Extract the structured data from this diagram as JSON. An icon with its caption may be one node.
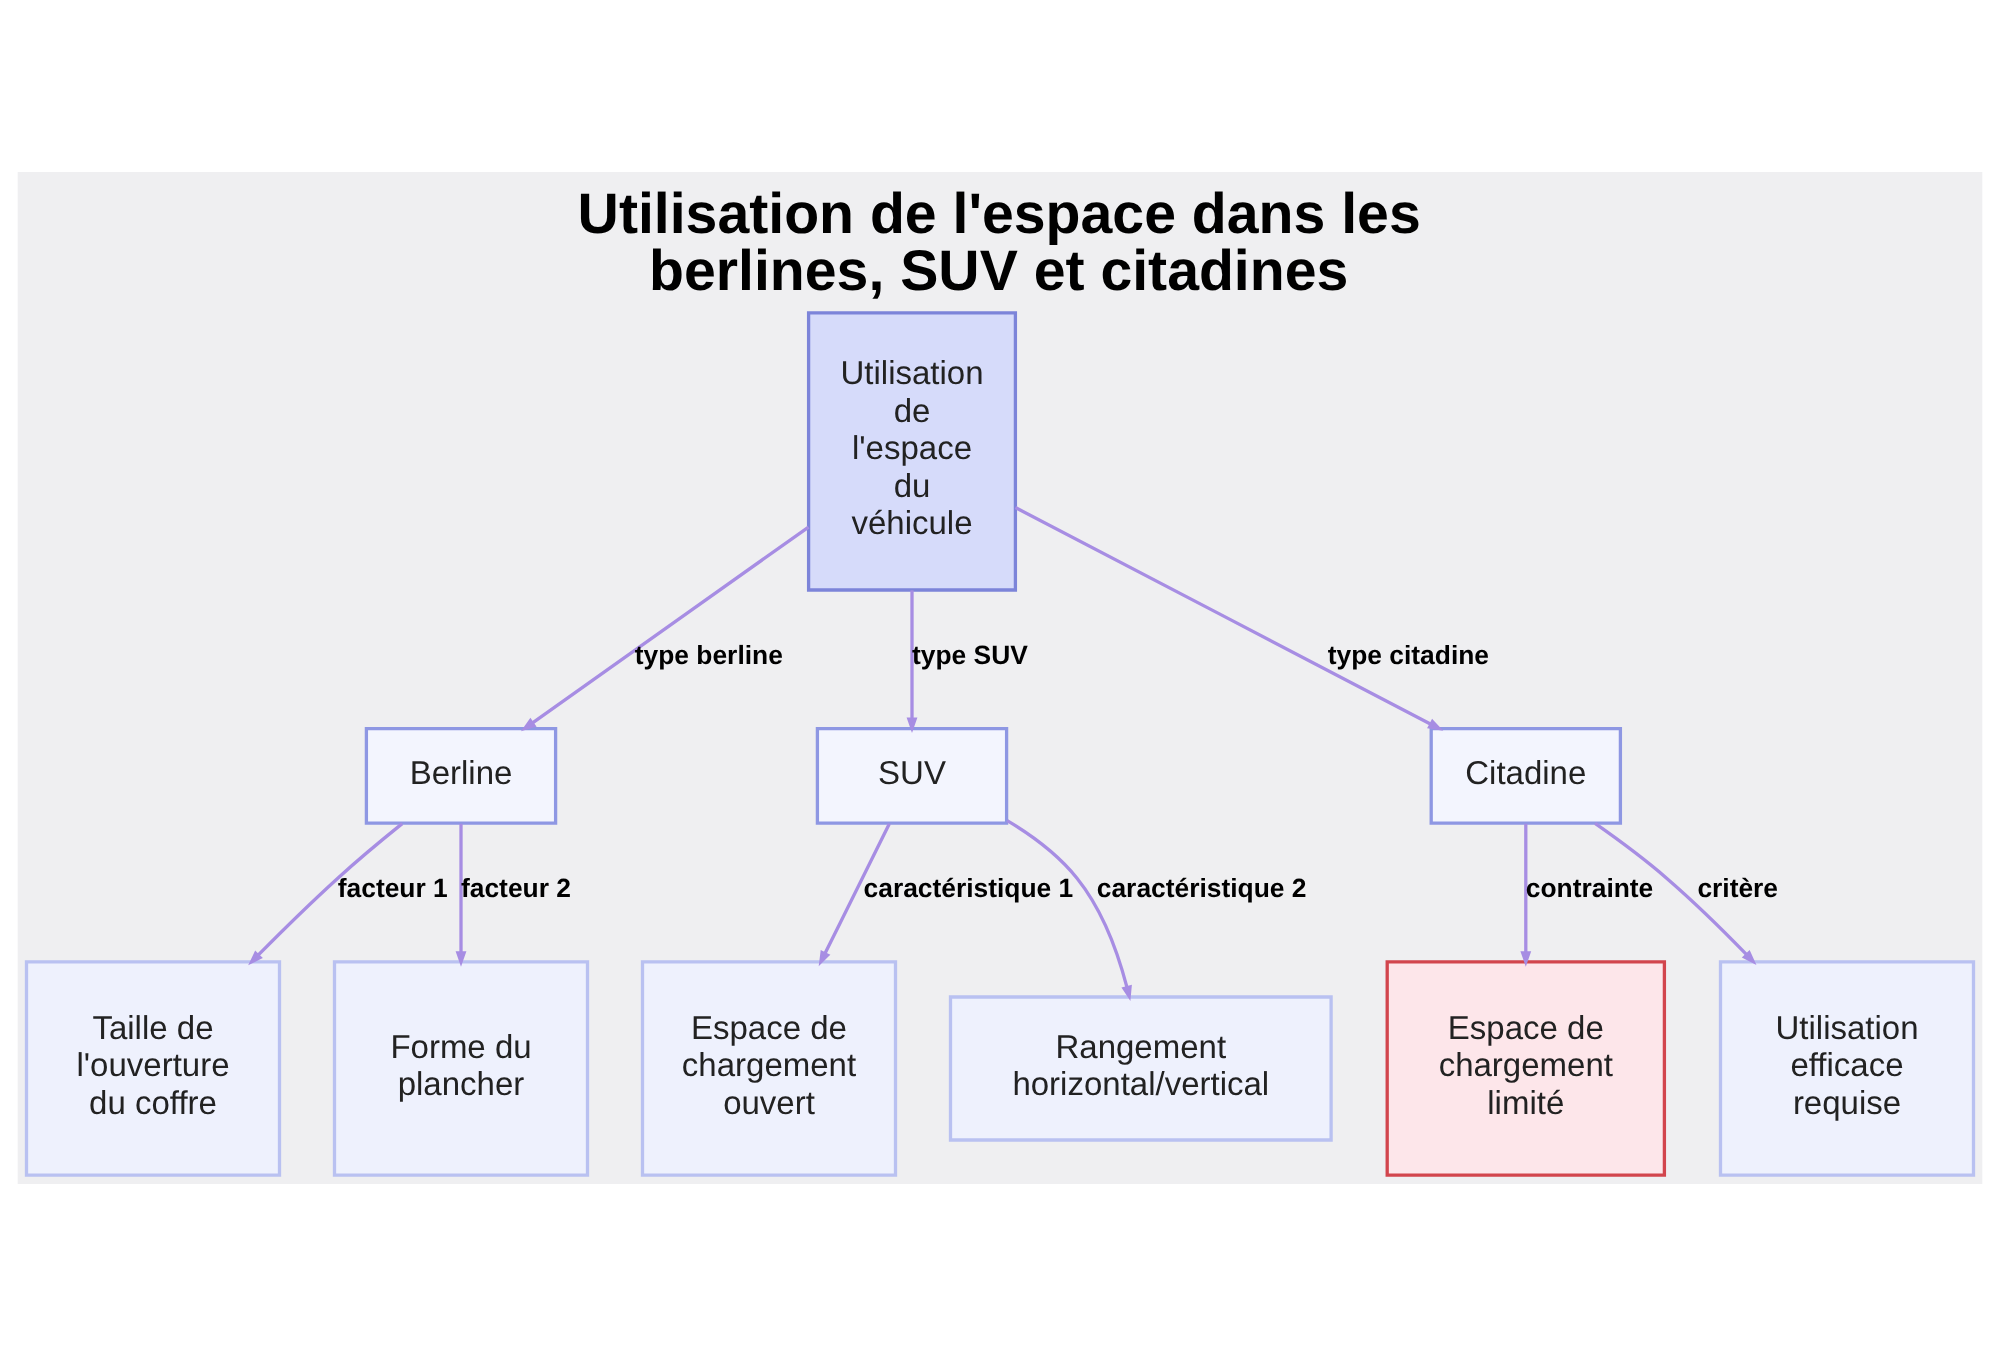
{
  "diagram": {
    "title": "Utilisation de l'espace dans les berlines, SUV et citadines",
    "nodes": [
      {
        "text": [
          "Utilisation de l'espace du véhicule"
        ]
      },
      {
        "text": [
          "Berline"
        ]
      },
      {
        "text": [
          "SUV"
        ]
      },
      {
        "text": [
          "Citadine"
        ]
      },
      {
        "text": [
          "Taille de l'ouverture du coffre"
        ]
      },
      {
        "text": [
          "Forme du plancher"
        ]
      },
      {
        "text": [
          "Espace de chargement ouvert"
        ]
      },
      {
        "text": [
          "Rangement horizontal/vertical"
        ]
      },
      {
        "text": [
          "Espace de chargement limité"
        ]
      },
      {
        "text": [
          "Utilisation efficace requise"
        ]
      }
    ],
    "edges": [
      {
        "from": 0,
        "to": 1,
        "arrow": "to",
        "label": "type berline"
      },
      {
        "from": 0,
        "to": 2,
        "arrow": "to",
        "label": "type SUV"
      },
      {
        "from": 0,
        "to": 3,
        "arrow": "to",
        "label": "type citadine"
      },
      {
        "from": 1,
        "to": 4,
        "arrow": "to",
        "label": "facteur 1"
      },
      {
        "from": 1,
        "to": 5,
        "arrow": "to",
        "label": "facteur 2"
      },
      {
        "from": 2,
        "to": 6,
        "arrow": "to",
        "label": "caractéristique 1"
      },
      {
        "from": 2,
        "to": 7,
        "arrow": "to",
        "label": "caractéristique 2"
      },
      {
        "from": 3,
        "to": 8,
        "arrow": "to",
        "label": "contrainte"
      },
      {
        "from": 3,
        "to": 9,
        "arrow": "to",
        "label": "critère"
      }
    ]
  }
}
